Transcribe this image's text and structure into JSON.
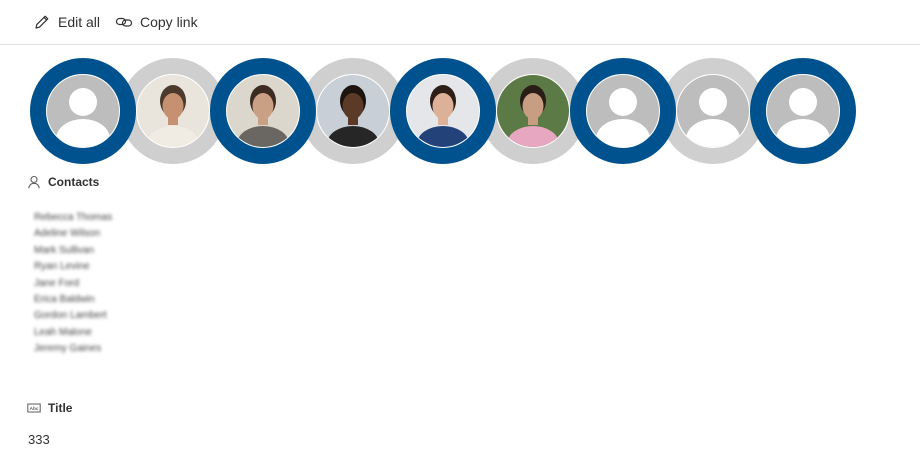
{
  "toolbar": {
    "edit_icon": "pencil-icon",
    "edit_label": "Edit all",
    "link_icon": "link-icon",
    "copy_label": "Copy link"
  },
  "banner": {
    "colors": {
      "blue": "#00528f",
      "gray": "#cfcfcf",
      "avatar_bg": "#bdbdbd",
      "placeholder_fg": "#ffffff"
    },
    "avatars": [
      {
        "ring": "blue",
        "kind": "placeholder"
      },
      {
        "ring": "gray",
        "kind": "photo",
        "bg": "#e9e4dc",
        "skin": "#c69171",
        "hair": "#4c3a2c",
        "shirt": "#f0ece4"
      },
      {
        "ring": "blue",
        "kind": "photo",
        "bg": "#dcd7cc",
        "skin": "#caa084",
        "hair": "#3b2b21",
        "shirt": "#6a6661"
      },
      {
        "ring": "gray",
        "kind": "photo",
        "bg": "#c9cfd6",
        "skin": "#5b3a28",
        "hair": "#1d1410",
        "shirt": "#262626"
      },
      {
        "ring": "blue",
        "kind": "photo",
        "bg": "#e4e6ea",
        "skin": "#dcb198",
        "hair": "#2d1e17",
        "shirt": "#23427a"
      },
      {
        "ring": "gray",
        "kind": "photo",
        "bg": "#5c7a45",
        "skin": "#c79e82",
        "hair": "#2a1d17",
        "shirt": "#e8a7c0"
      },
      {
        "ring": "blue",
        "kind": "placeholder"
      },
      {
        "ring": "gray",
        "kind": "placeholder"
      },
      {
        "ring": "blue",
        "kind": "placeholder"
      }
    ]
  },
  "contacts": {
    "icon": "person-icon",
    "label": "Contacts",
    "items": [
      "Rebecca Thomas",
      "Adeline Wilson",
      "Mark Sullivan",
      "Ryan Levine",
      "Jane Ford",
      "Erica Baldwin",
      "Gordon Lambert",
      "Leah Malone",
      "Jeremy Gaines"
    ]
  },
  "title_field": {
    "icon": "text-field-icon",
    "label": "Title",
    "value": "333"
  }
}
